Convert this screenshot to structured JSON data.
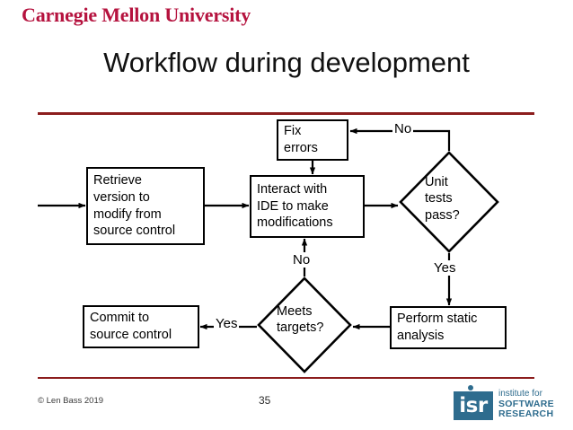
{
  "branding": {
    "wordmark": "Carnegie Mellon University",
    "wordmark_color": "#b5123e"
  },
  "slide": {
    "title": "Workflow during development",
    "rule_color": "#8c1d1d"
  },
  "diagram": {
    "type": "flowchart",
    "nodes": [
      {
        "id": "retrieve",
        "shape": "rect",
        "label": "Retrieve\nversion to\nmodify from\nsource control"
      },
      {
        "id": "fix",
        "shape": "rect",
        "label": "Fix\nerrors"
      },
      {
        "id": "interact",
        "shape": "rect",
        "label": "Interact with\nIDE to make\nmodifications"
      },
      {
        "id": "unit",
        "shape": "diamond",
        "label": "Unit\ntests\npass?"
      },
      {
        "id": "static",
        "shape": "rect",
        "label": "Perform static\nanalysis"
      },
      {
        "id": "meets",
        "shape": "diamond",
        "label": "Meets\ntargets?"
      },
      {
        "id": "commit",
        "shape": "rect",
        "label": "Commit to\nsource control"
      }
    ],
    "edge_labels": {
      "no_top": "No",
      "no_mid": "No",
      "yes_right": "Yes",
      "yes_left": "Yes"
    }
  },
  "footer": {
    "credit": "© Len Bass 2019",
    "page_number": "35"
  },
  "isr_logo": {
    "mark": "isr",
    "line1": "institute for",
    "line2": "SOFTWARE",
    "line3": "RESEARCH",
    "color": "#2e6c8e"
  }
}
